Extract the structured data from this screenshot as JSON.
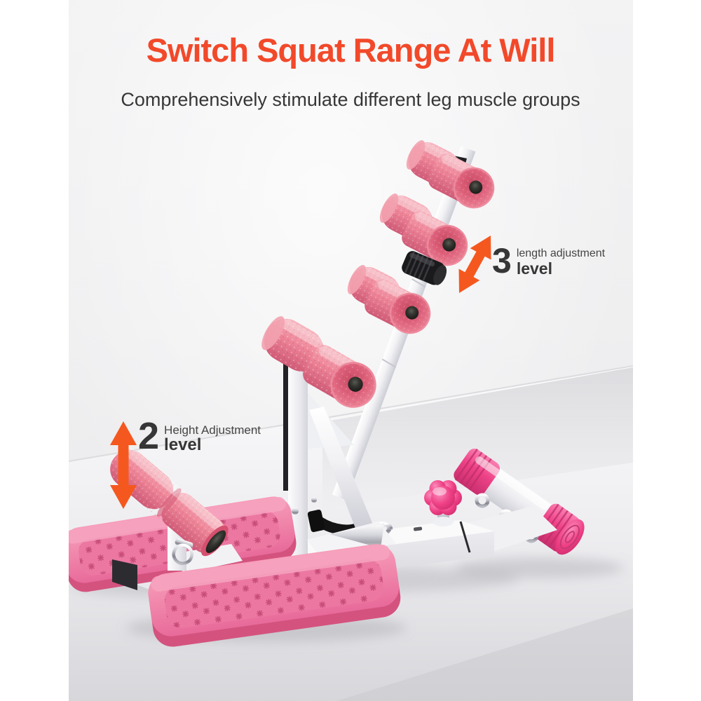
{
  "header": {
    "title": "Switch Squat Range At Will",
    "subtitle": "Comprehensively stimulate different leg muscle groups"
  },
  "annotations": {
    "length_adjustment": {
      "value": "3",
      "label": "length adjustment",
      "unit_label": "level"
    },
    "height_adjustment": {
      "value": "2",
      "label": "Height Adjustment",
      "unit_label": "level"
    }
  },
  "icons": {
    "length_arrow": "diagonal-double-arrow-icon",
    "height_arrow": "vertical-double-arrow-icon"
  },
  "colors": {
    "title_orange": "#f2492a",
    "arrow_orange": "#f5581f",
    "text_dark": "#363636",
    "label_gray": "#454545",
    "foam_pink": "#ec8095",
    "plastic_pink": "#ee4587",
    "frame_white": "#f6f6f8",
    "backdrop_gray": "#efeff1",
    "page_white": "#ffffff"
  }
}
